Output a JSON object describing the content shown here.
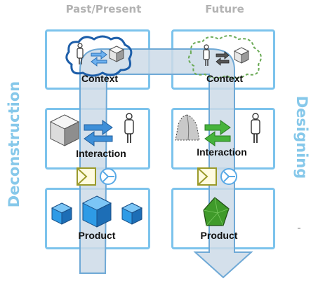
{
  "columns": {
    "left": "Past/Present",
    "right": "Future"
  },
  "side_labels": {
    "left": "Deconstruction",
    "right": "Designing"
  },
  "rows": {
    "left": {
      "context": "Context",
      "interaction": "Interaction",
      "product": "Product"
    },
    "right": {
      "context": "Context",
      "interaction": "Interaction",
      "product": "Product"
    }
  },
  "colors": {
    "panel_border": "#7cc3ec",
    "arrow_fill": "#cddbe8",
    "arrow_stroke": "#6fa9d6",
    "side_text": "#86c8ea",
    "header_text": "#b3b3b3",
    "past_cloud": "#1d5ea9",
    "future_cloud": "#6aaa55",
    "blue_arrow": "#3e8fd8",
    "green_arrow": "#46b33c",
    "cube_blue": "#2e9be6",
    "product_green": "#3f9a2a"
  },
  "icons": [
    "person-icon",
    "cube-icon",
    "exchange-arrows-icon",
    "envelope-icon",
    "clock-icon",
    "organic-shape-icon",
    "green-product-icon"
  ]
}
